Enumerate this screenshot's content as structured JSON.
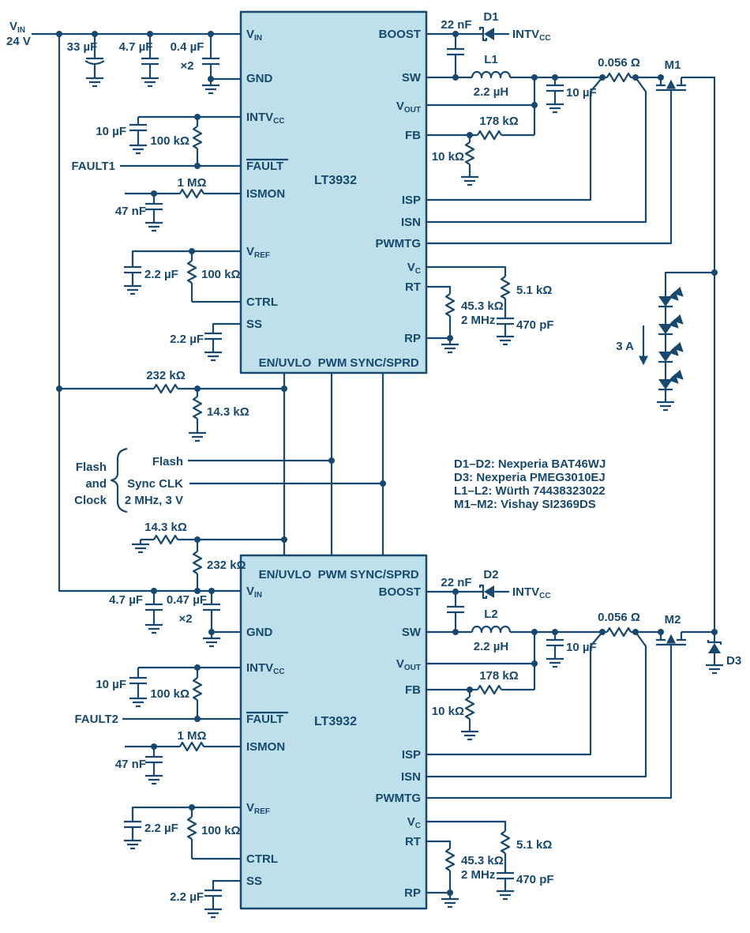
{
  "colors": {
    "ink": "#17486F",
    "ic_fill": "#BEE0EB",
    "background": "#FFFFFF"
  },
  "ic_name": "LT3932",
  "pins": {
    "v": "V",
    "in": "IN",
    "gnd": "GND",
    "intv": "INTV",
    "cc": "CC",
    "fault": "FAULT",
    "ismon": "ISMON",
    "ref": "REF",
    "ctrl": "CTRL",
    "ss": "SS",
    "en": "EN/UVLO",
    "pwm": "PWM",
    "sync": "SYNC/SPRD",
    "boost": "BOOST",
    "sw": "SW",
    "out": "OUT",
    "fb": "FB",
    "isp": "ISP",
    "isn": "ISN",
    "pwmtg": "PWMTG",
    "c": "C",
    "rt": "RT",
    "rp": "RP"
  },
  "values": {
    "c33": "33 µF",
    "c4_7": "4.7 µF",
    "c0_4": "0.4 µF",
    "c0_47": "0.47 µF",
    "x2": "×2",
    "c10": "10 µF",
    "c2_2": "2.2 µF",
    "c47n": "47 nF",
    "c22n": "22 nF",
    "c470p": "470 pF",
    "r100k": "100 kΩ",
    "r1m": "1 MΩ",
    "r232k": "232 kΩ",
    "r14_3k": "14.3 kΩ",
    "r178k": "178 kΩ",
    "r10k": "10 kΩ",
    "rs": "0.056 Ω",
    "r45_3k": "45.3 kΩ",
    "r5_1k": "5.1 kΩ",
    "f2mhz": "2 MHz",
    "l_val": "2.2 µH"
  },
  "refs": {
    "d1": "D1",
    "d2": "D2",
    "d3": "D3",
    "l1": "L1",
    "l2": "L2",
    "m1": "M1",
    "m2": "M2"
  },
  "signals": {
    "vin_voltage": "24 V",
    "fault1": "FAULT1",
    "fault2": "FAULT2",
    "flash": "Flash",
    "and": "and",
    "clock": "Clock",
    "sync_clk": "Sync CLK",
    "sync_spec": "2 MHz, 3 V",
    "led_current": "3 A"
  },
  "parts_list": [
    "D1–D2: Nexperia BAT46WJ",
    "D3: Nexperia PMEG3010EJ",
    "L1–L2: Würth 74438323022",
    "M1–M2: Vishay SI2369DS"
  ]
}
